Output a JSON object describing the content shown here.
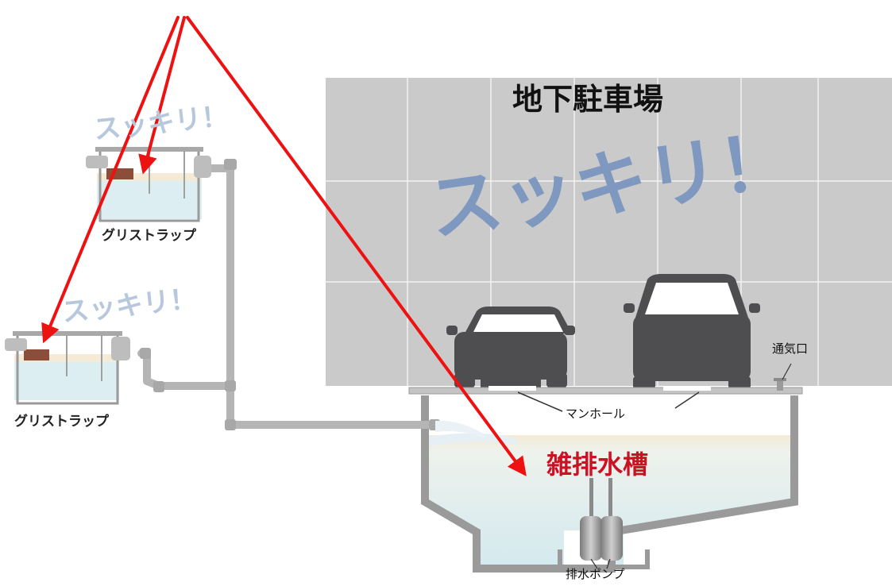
{
  "garage_title": "地下駐車場",
  "sukkiri_large": "スッキリ！",
  "trap_top": {
    "sukkiri": "スッキリ！",
    "label": "グリストラップ"
  },
  "trap_bottom": {
    "sukkiri": "スッキリ！",
    "label": "グリストラップ"
  },
  "vent_label": "通気口",
  "manhole_label": "マンホール",
  "tank_label": "雑排水槽",
  "pump_label": "排水ポンプ",
  "colors": {
    "wall": "#cacacb",
    "wall_grid": "#f2f2f2",
    "sukkiri_blue": "#7f98bf",
    "sukkiri_light": "#b7c8dd",
    "arrow": "#ee1111",
    "tank_label": "#cc1122",
    "car": "#4e4e50",
    "pipe": "#b5b5b5",
    "water": "#dceef2",
    "sludge": "#f2e6cf"
  }
}
